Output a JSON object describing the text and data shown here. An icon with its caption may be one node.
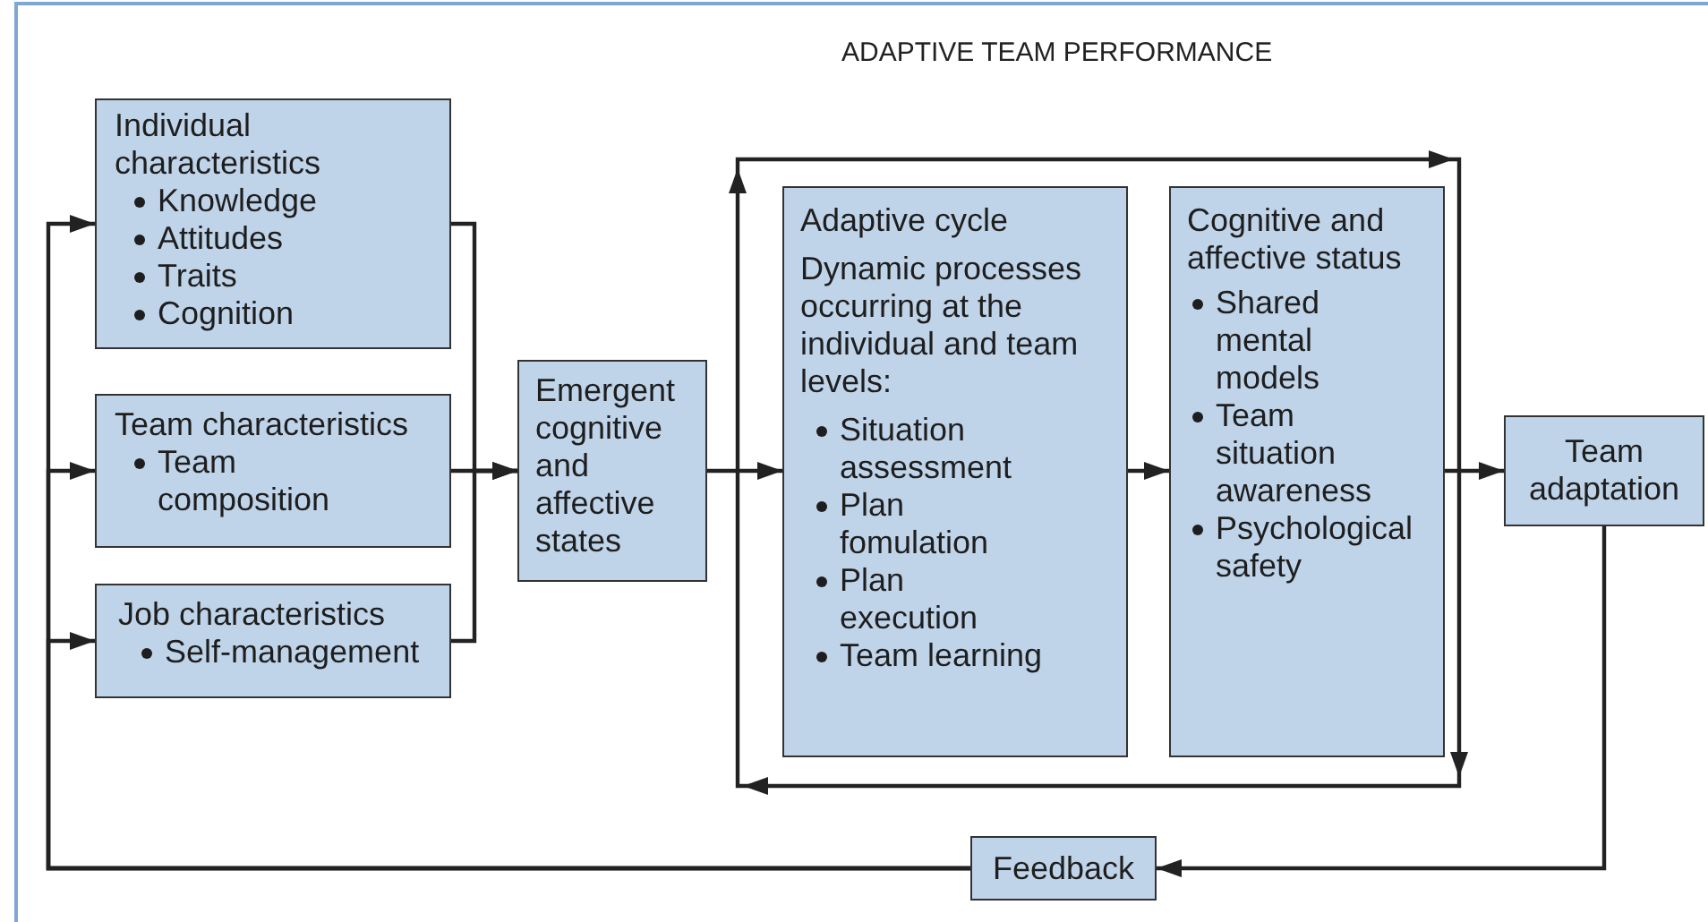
{
  "diagram": {
    "title": "ADAPTIVE TEAM PERFORMANCE",
    "nodes": [
      {
        "text": [
          "Individual characteristics",
          "Knowledge",
          "Attitudes",
          "Traits",
          "Cognition"
        ]
      },
      {
        "text": [
          "Team characteristics",
          "Team composition"
        ]
      },
      {
        "text": [
          "Job characteristics",
          "Self-management"
        ]
      },
      {
        "text": [
          "Emergent cognitive and affective states"
        ]
      },
      {
        "text": [
          "Adaptive cycle",
          "Dynamic processes occurring at the individual and team levels:",
          "Situation assessment",
          "Plan fomulation",
          "Plan execution",
          "Team learning"
        ]
      },
      {
        "text": [
          "Cognitive and affective status",
          "Shared mental models",
          "Team situation awareness",
          "Psychological safety"
        ]
      },
      {
        "text": [
          "Team adaptation"
        ]
      },
      {
        "text": [
          "Feedback"
        ]
      }
    ],
    "edges": [
      {
        "from": 0,
        "to": 3,
        "arrow": "to"
      },
      {
        "from": 1,
        "to": 3,
        "arrow": "to"
      },
      {
        "from": 2,
        "to": 3,
        "arrow": "to"
      },
      {
        "from": 3,
        "to": 4,
        "arrow": "to"
      },
      {
        "from": 4,
        "to": 5,
        "arrow": "to"
      },
      {
        "from": 5,
        "to": 6,
        "arrow": "to"
      },
      {
        "from": 6,
        "to": 7,
        "arrow": "to"
      },
      {
        "from": 7,
        "to": 0,
        "arrow": "to"
      },
      {
        "from": 7,
        "to": 1,
        "arrow": "to"
      },
      {
        "from": 7,
        "to": 2,
        "arrow": "to"
      }
    ]
  }
}
